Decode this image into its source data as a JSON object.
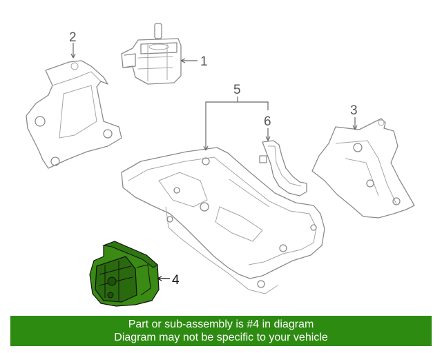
{
  "callouts": {
    "c1": "1",
    "c2": "2",
    "c3": "3",
    "c4": "4",
    "c5": "5",
    "c6": "6"
  },
  "banner": {
    "line1": "Part or sub-assembly is #4 in diagram",
    "line2": "Diagram may not be specific to your vehicle"
  },
  "colors": {
    "highlight": "#3a8a14",
    "banner": "#2e8b12",
    "outline": "#8a8a8a"
  }
}
